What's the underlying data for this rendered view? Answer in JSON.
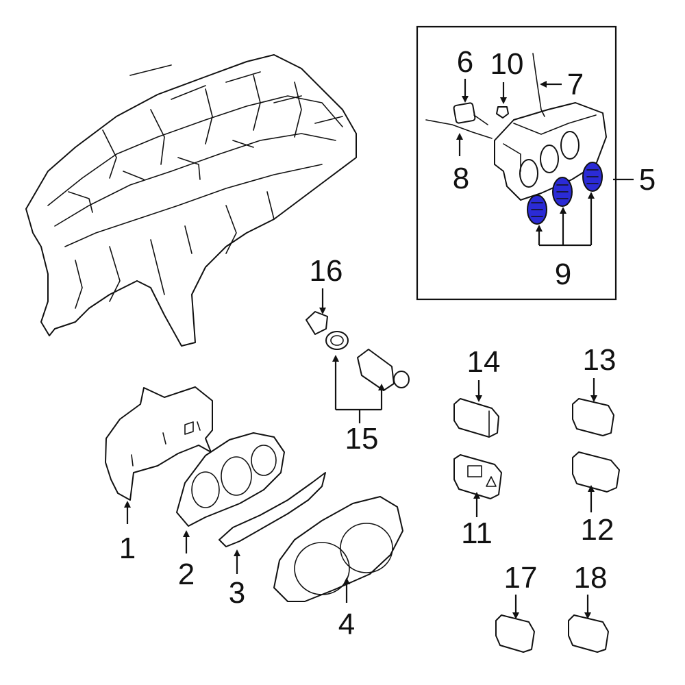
{
  "callouts": {
    "c1": "1",
    "c2": "2",
    "c3": "3",
    "c4": "4",
    "c5": "5",
    "c6": "6",
    "c7": "7",
    "c8": "8",
    "c9": "9",
    "c10": "10",
    "c11": "11",
    "c12": "12",
    "c13": "13",
    "c14": "14",
    "c15": "15",
    "c16": "16",
    "c17": "17",
    "c18": "18"
  },
  "icons": {
    "dashboard": "instrument-panel-frame",
    "cluster": "instrument-cluster",
    "climate": "climate-control-panel",
    "knob": "control-knob",
    "switch": "switch",
    "outlet": "power-outlet"
  },
  "colors": {
    "line": "#111111",
    "paper": "#ffffff",
    "knob_fill": "#2b2bd6"
  }
}
